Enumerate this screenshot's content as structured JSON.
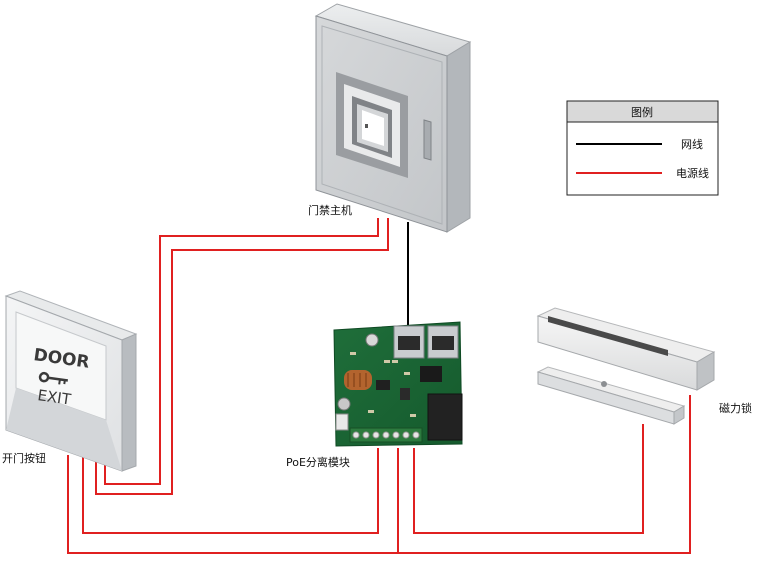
{
  "legend": {
    "title": "图例",
    "network_label": "网线",
    "power_label": "电源线",
    "network_color": "#000000",
    "power_color": "#e02020"
  },
  "devices": {
    "controller_label": "门禁主机",
    "exit_button_label": "开门按钮",
    "poe_module_label": "PoE分离模块",
    "maglock_label": "磁力锁"
  },
  "exit_button_face": {
    "door_text": "DOOR",
    "exit_text": "EXIT"
  },
  "icons": [
    "controller-cabinet-icon",
    "exit-button-icon",
    "poe-board-icon",
    "maglock-icon",
    "key-icon"
  ]
}
